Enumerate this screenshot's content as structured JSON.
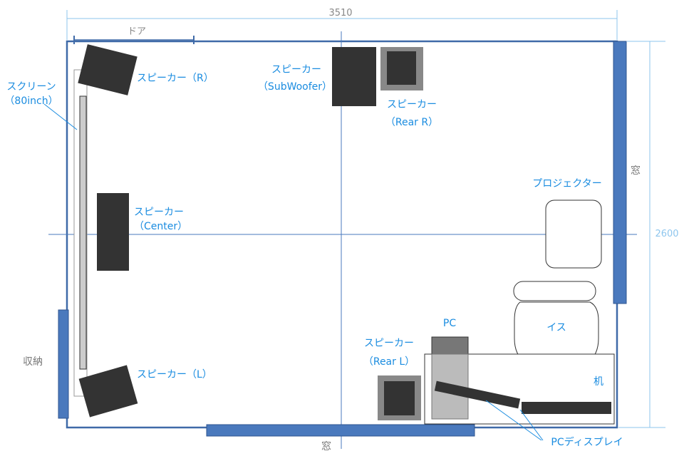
{
  "dimensions": {
    "width": "3510",
    "height": "2600"
  },
  "labels": {
    "door": "ドア",
    "screen_l1": "スクリーン",
    "screen_l2": "（80inch）",
    "speaker_r": "スピーカー（R）",
    "speaker_center_l1": "スピーカー",
    "speaker_center_l2": "（Center）",
    "speaker_l": "スピーカー（L）",
    "subwoofer_l1": "スピーカー",
    "subwoofer_l2": "（SubWoofer）",
    "rear_r_l1": "スピーカー",
    "rear_r_l2": "（Rear R）",
    "rear_l_l1": "スピーカー",
    "rear_l_l2": "（Rear L）",
    "projector": "プロジェクター",
    "chair": "イス",
    "desk": "机",
    "pc": "PC",
    "pc_display": "PCディスプレイ",
    "window_right": "窓",
    "window_bottom": "窓",
    "storage": "収納"
  },
  "colors": {
    "wall": "#3f6aa8",
    "window": "#4a79bd",
    "guide": "#4a79bd",
    "speaker": "#333333",
    "label": "#1a8ce0",
    "dimension": "#8ec6ee"
  }
}
